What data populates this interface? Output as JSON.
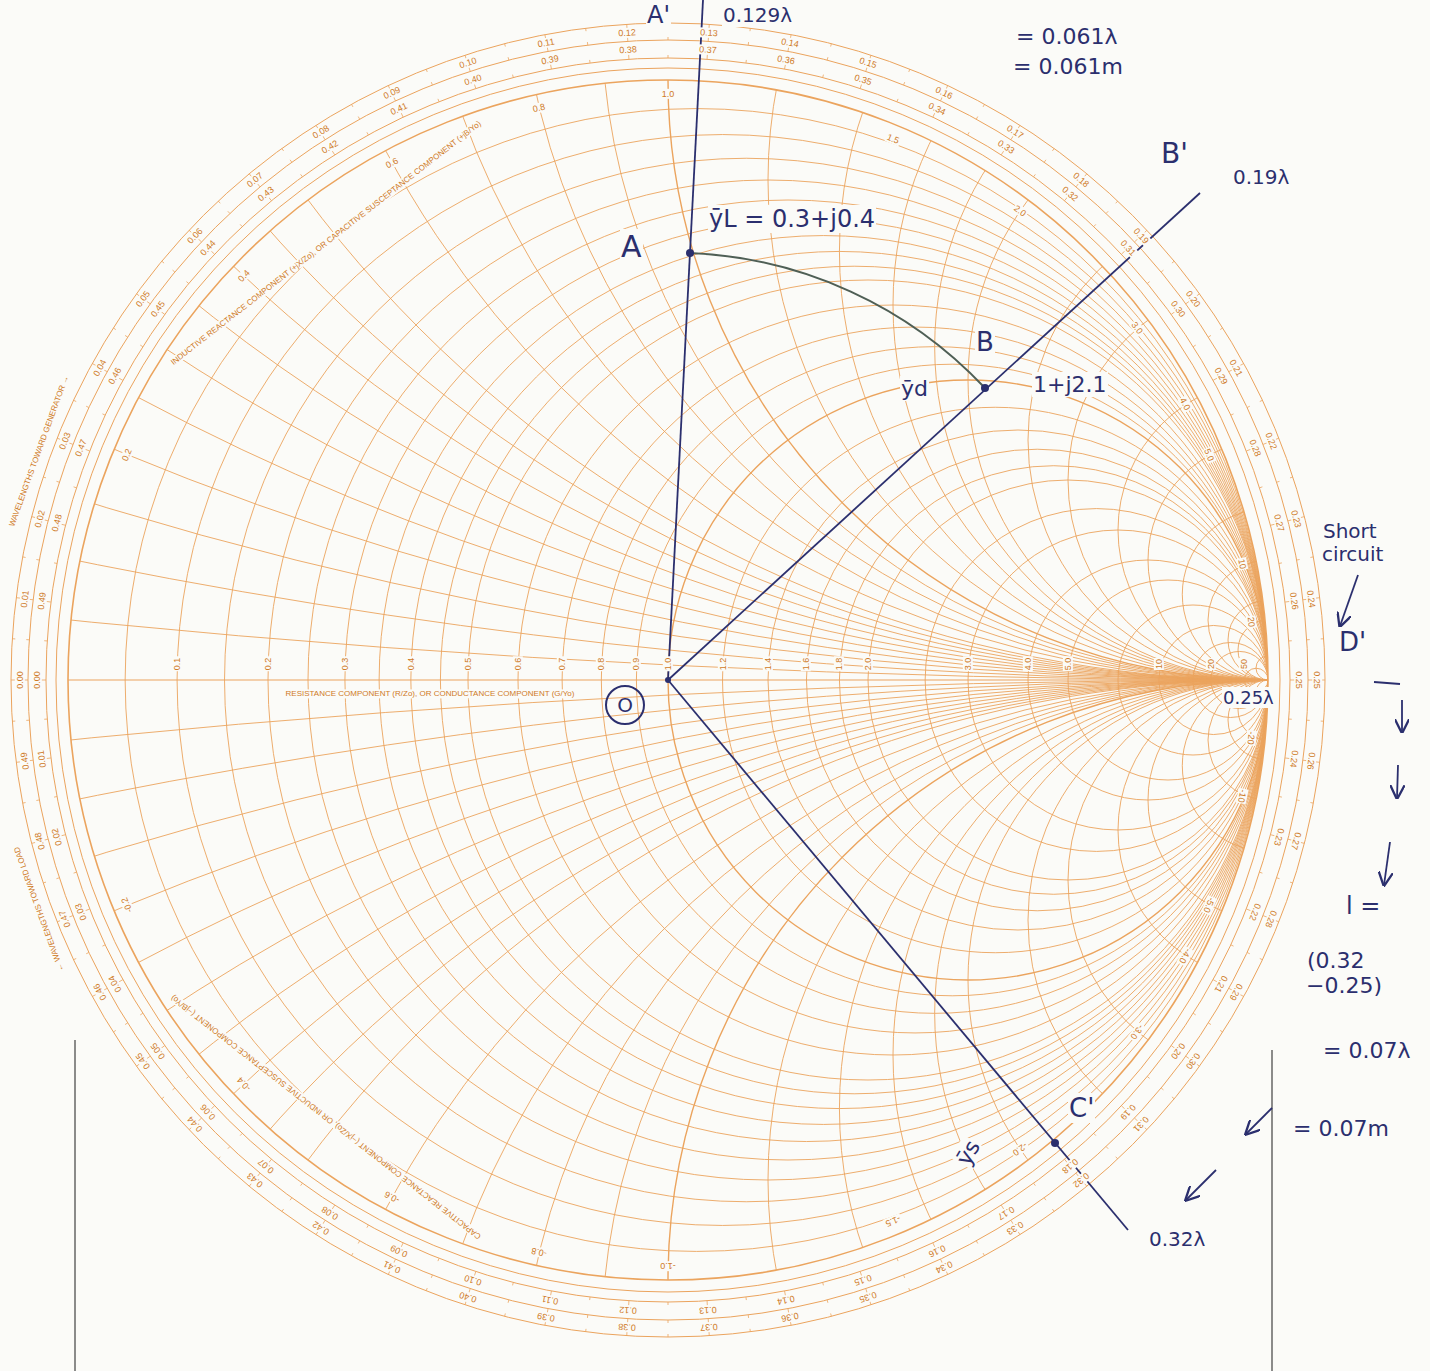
{
  "diagram": {
    "nodes": [
      {
        "text": [
          "O"
        ]
      }
    ],
    "labels": [
      "0.00",
      "0.01",
      "0.02",
      "0.03",
      "0.04",
      "0.05",
      "0.06",
      "0.07",
      "0.08",
      "0.09",
      "0.10",
      "0.11",
      "0.12",
      "0.13",
      "0.14",
      "0.15",
      "0.16",
      "0.17",
      "0.18",
      "0.19",
      "0.20",
      "0.21",
      "0.22",
      "0.23",
      "0.24",
      "0.25",
      "0.26",
      "0.27",
      "0.28",
      "0.29",
      "0.30",
      "0.31",
      "0.32",
      "0.33",
      "0.34",
      "0.35",
      "0.36",
      "0.37",
      "0.38",
      "0.39",
      "0.40",
      "0.41",
      "0.42",
      "0.43",
      "0.44",
      "0.45",
      "0.46",
      "0.47",
      "0.48",
      "0.49",
      "0.00",
      "0.01",
      "0.02",
      "0.03",
      "0.04",
      "0.05",
      "0.06",
      "0.07",
      "0.08",
      "0.09",
      "0.10",
      "0.11",
      "0.12",
      "0.13",
      "0.14",
      "0.15",
      "0.16",
      "0.17",
      "0.18",
      "0.19",
      "0.20",
      "0.21",
      "0.22",
      "0.23",
      "0.24",
      "0.25",
      "0.26",
      "0.27",
      "0.28",
      "0.29",
      "0.30",
      "0.31",
      "0.32",
      "0.33",
      "0.34",
      "0.35",
      "0.36",
      "0.37",
      "0.38",
      "0.39",
      "0.40",
      "0.41",
      "0.42",
      "0.43",
      "0.44",
      "0.45",
      "0.46",
      "0.47",
      "0.48",
      "0.49",
      "0.1",
      "0.2",
      "0.3",
      "0.4",
      "0.5",
      "0.6",
      "0.7",
      "0.8",
      "0.9",
      "1.0",
      "1.2",
      "1.4",
      "1.6",
      "1.8",
      "2.0",
      "3.0",
      "4.0",
      "5.0",
      "10",
      "20",
      "50",
      "0.2",
      "0.4",
      "0.6",
      "0.8",
      "1.0",
      "1.5",
      "2.0",
      "3.0",
      "4.0",
      "5.0",
      "10",
      "20",
      "-0.2",
      "-0.4",
      "-0.6",
      "-0.8",
      "-1.0",
      "-1.5",
      "-2.0",
      "-3.0",
      "-4.0",
      "-5.0",
      "-10",
      "-20",
      "RESISTANCE COMPONENT (R/Zo), OR CONDUCTANCE COMPONENT (G/Yo)",
      "INDUCTIVE REACTANCE COMPONENT (+jX/Zo), OR CAPACITIVE SUSCEPTANCE COMPONENT (+jB/Yo)",
      "CAPACITIVE REACTANCE COMPONENT (−jX/Zo), OR INDUCTIVE SUSCEPTANCE COMPONENT (−jB/Yo)",
      "WAVELENGTHS TOWARD GENERATOR →",
      "← WAVELENGTHS TOWARD LOAD",
      "A'",
      "0.129λ",
      "= 0.061λ",
      "= 0.061m",
      "B'",
      "0.19λ",
      "A",
      "ȳL = 0.3+j0.4",
      "B",
      "ȳd",
      "1+j2.1",
      "Short circuit",
      "D'",
      "0.25λ",
      "l =",
      "(0.32 −0.25)",
      "= 0.07λ",
      "= 0.07m",
      "ȳs",
      "C'",
      "0.32λ"
    ]
  }
}
